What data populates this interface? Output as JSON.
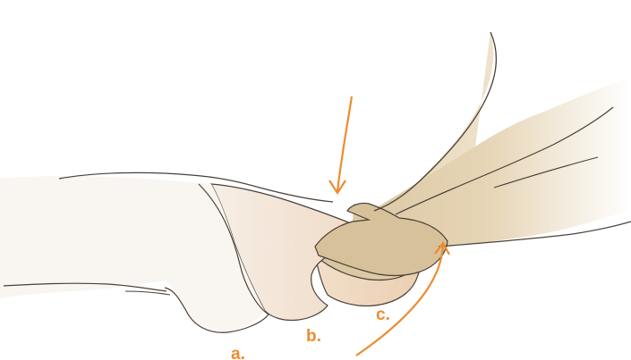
{
  "labels": {
    "a": "a.",
    "b": "b.",
    "c": "c."
  },
  "colors": {
    "accent": "#ED8B2F",
    "outline": "#4a4038",
    "skin_pale": "#F7EFE8",
    "skin_light": "#F3E2D2",
    "skin_mid": "#EDD5BD",
    "skin_tan": "#D8C29C",
    "skin_tan_light": "#E9DBC0"
  },
  "icons": {
    "press_arrow": "arrow-down-left",
    "lift_arrow": "curved-arrow-up"
  }
}
